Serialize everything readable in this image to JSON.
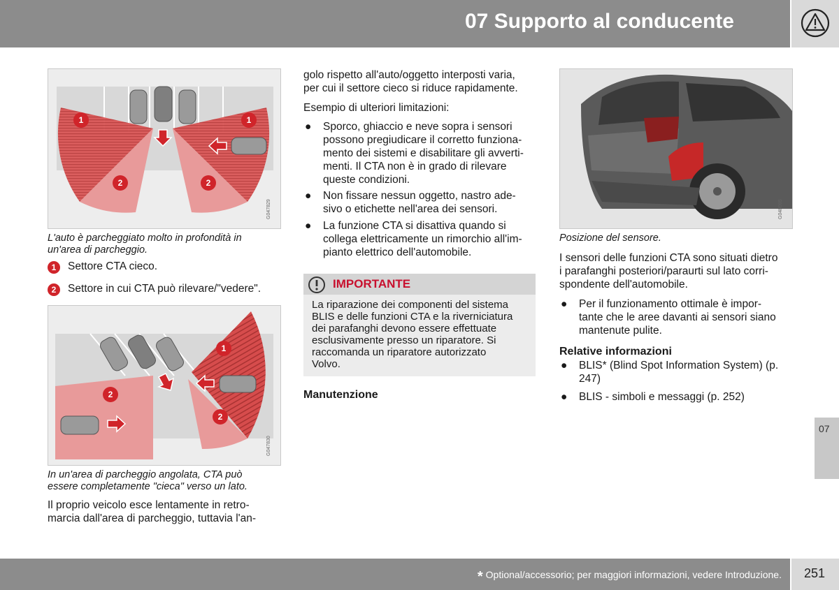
{
  "header": {
    "title": "07 Supporto al conducente",
    "icon": "warning-triangle-icon"
  },
  "figures": {
    "fig1": {
      "code": "G047829",
      "labels": [
        "1",
        "1",
        "2",
        "2"
      ],
      "caption": "L'auto è parcheggiato molto in profondità in un'area di parcheggio."
    },
    "fig2": {
      "code": "G047830",
      "labels": [
        "1",
        "2",
        "2"
      ],
      "caption": "In un'area di parcheggio angolata, CTA può essere completamente \"cieca\" verso un lato."
    },
    "fig3": {
      "code": "G048095",
      "caption": "Posizione del sensore."
    }
  },
  "legend": [
    {
      "num": "1",
      "label": "Settore CTA cieco."
    },
    {
      "num": "2",
      "label": "Settore in cui CTA può rilevare/\"vedere\"."
    }
  ],
  "col1": {
    "para_line1": "Il proprio veicolo esce lentamente in retro-",
    "para_line2": "marcia dall'area di parcheggio, tuttavia l'an-"
  },
  "col2": {
    "para1_line1": "golo rispetto all'auto/oggetto interposti varia,",
    "para1_line2": "per cui il settore cieco si riduce rapidamente.",
    "para2": "Esempio di ulteriori limitazioni:",
    "bullets": [
      [
        "Sporco, ghiaccio e neve sopra i sensori",
        "possono pregiudicare il corretto funziona-",
        "mento dei sistemi e disabilitare gli avverti-",
        "menti. Il CTA non è in grado di rilevare",
        "queste condizioni."
      ],
      [
        "Non fissare nessun oggetto, nastro ade-",
        "sivo o etichette nell'area dei sensori."
      ],
      [
        "La funzione CTA si disattiva quando si",
        "collega elettricamente un rimorchio all'im-",
        "pianto elettrico dell'automobile."
      ]
    ],
    "important": {
      "title": "IMPORTANTE",
      "lines": [
        "La riparazione dei componenti del sistema",
        "BLIS e delle funzioni CTA e la riverniciatura",
        "dei parafanghi devono essere effettuate",
        "esclusivamente presso un riparatore. Si",
        "raccomanda un riparatore autorizzato",
        "Volvo."
      ]
    },
    "heading": "Manutenzione"
  },
  "col3": {
    "para_lines": [
      "I sensori delle funzioni CTA sono situati dietro",
      "i parafanghi posteriori/paraurti sul lato corri-",
      "spondente dell'automobile."
    ],
    "bullet1": [
      "Per il funzionamento ottimale è impor-",
      "tante che le aree davanti ai sensori siano",
      "mantenute pulite."
    ],
    "related_heading": "Relative informazioni",
    "related": [
      [
        "BLIS* (Blind Spot Information System) (p.",
        "247)"
      ],
      [
        "BLIS - simboli e messaggi (p. 252)"
      ]
    ]
  },
  "side_tab": "07",
  "footer": {
    "asterisk": "*",
    "note": "Optional/accessorio; per maggiori informazioni, vedere Introduzione.",
    "page": "251"
  },
  "colors": {
    "accent_red": "#d0242a",
    "header_gray": "#8c8c8c",
    "important_red": "#c8102e"
  }
}
